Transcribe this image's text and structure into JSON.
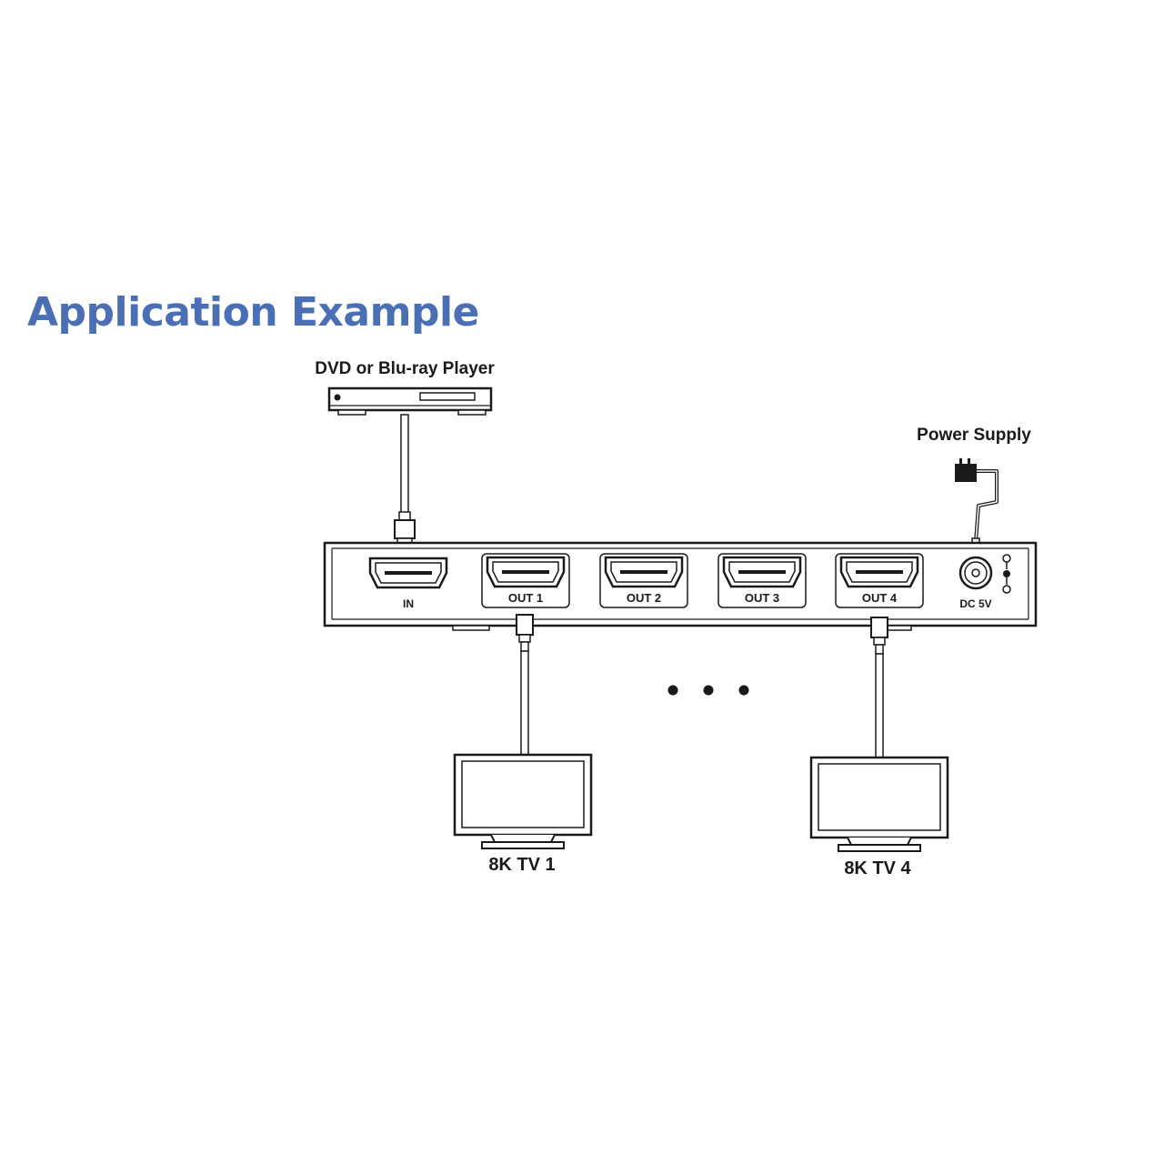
{
  "title": "Application Example",
  "source": {
    "label": "DVD or Blu-ray Player"
  },
  "power": {
    "label": "Power Supply"
  },
  "splitter": {
    "input_label": "IN",
    "outputs": [
      "OUT 1",
      "OUT 2",
      "OUT 3",
      "OUT 4"
    ],
    "dc_label": "DC 5V"
  },
  "displays": [
    "8K TV 1",
    "8K TV 4"
  ],
  "icons": [
    "dvd-player-icon",
    "power-adapter-icon",
    "hdmi-port-icon",
    "dc-jack-icon",
    "tv-icon",
    "ellipsis-dots"
  ]
}
